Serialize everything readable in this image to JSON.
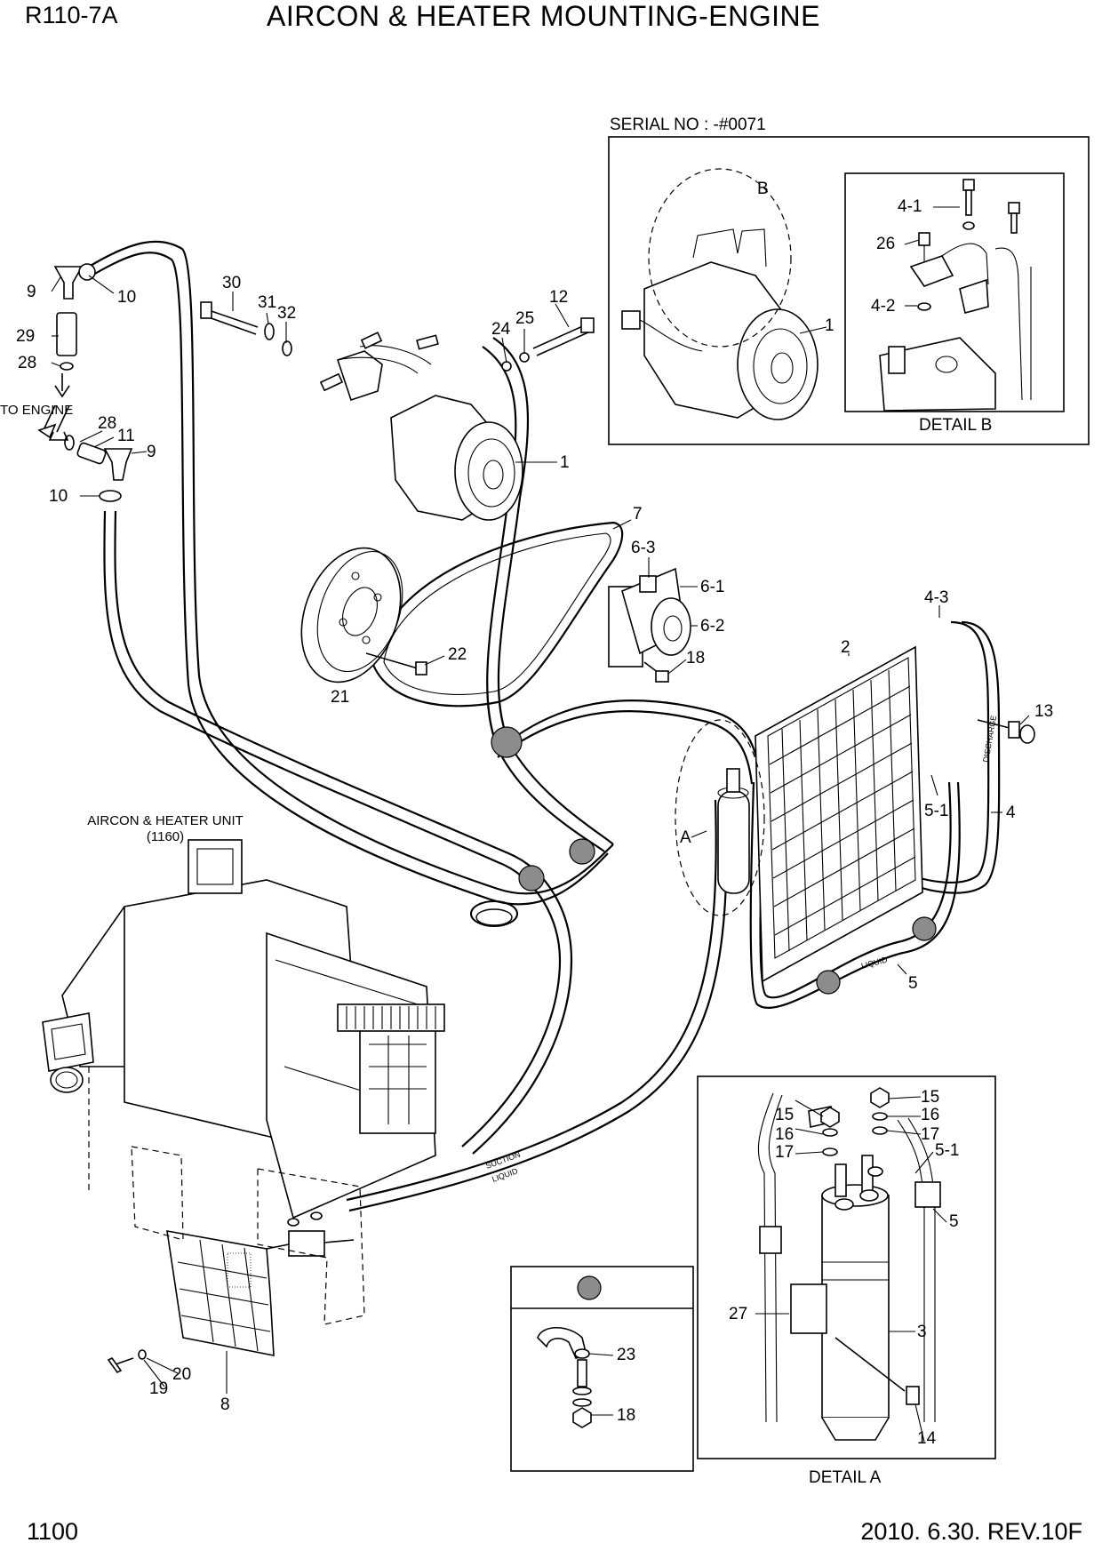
{
  "header": {
    "model": "R110-7A",
    "title": "AIRCON & HEATER MOUNTING-ENGINE"
  },
  "footer": {
    "page_number": "1100",
    "revision": "2010. 6.30.  REV.10F"
  },
  "captions": {
    "serial": "SERIAL NO : -#0071",
    "detail_b": "DETAIL B",
    "detail_a": "DETAIL A",
    "to_engine": "TO ENGINE",
    "unit_name": "AIRCON & HEATER UNIT",
    "unit_ref": "(1160)",
    "marker_a": "A",
    "marker_b": "B",
    "hose_suction": "SUCTION",
    "hose_liquid": "LIQUID",
    "hose_discharge": "DISCHARGE"
  },
  "callouts": [
    "9",
    "10",
    "29",
    "28",
    "28",
    "11",
    "9",
    "10",
    "30",
    "31",
    "32",
    "24",
    "25",
    "12",
    "1",
    "7",
    "6-3",
    "6-1",
    "6-2",
    "18",
    "22",
    "21",
    "2",
    "4-3",
    "13",
    "5-1",
    "4",
    "5",
    "A",
    "B",
    "4-1",
    "26",
    "4-2",
    "1",
    "15",
    "16",
    "17",
    "15",
    "16",
    "17",
    "5-1",
    "5",
    "27",
    "3",
    "14",
    "23",
    "18",
    "8",
    "19",
    "20"
  ],
  "colors": {
    "ink": "#000000",
    "clamp_fill": "#8c8c8c",
    "paper": "#ffffff"
  }
}
